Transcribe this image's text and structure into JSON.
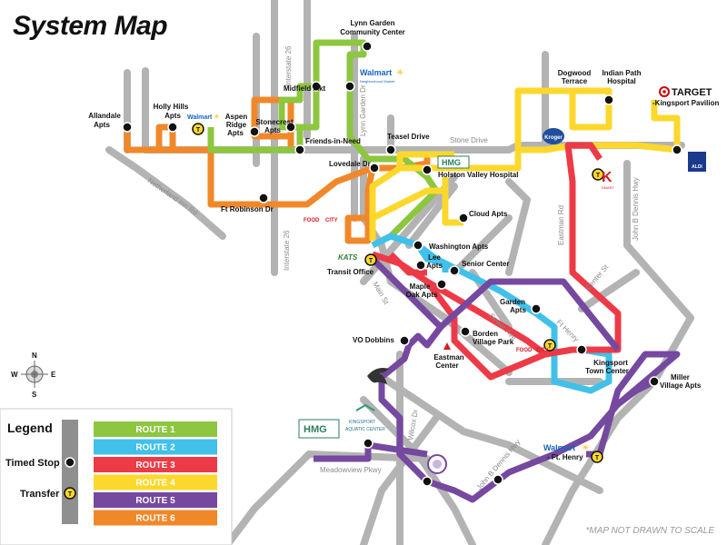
{
  "title": "System Map",
  "note": "*MAP NOT DRAWN TO SCALE",
  "compass": {
    "n": "N",
    "s": "S",
    "e": "E",
    "w": "W"
  },
  "legend": {
    "title": "Legend",
    "timed_stop": "Timed Stop",
    "transfer": "Transfer",
    "transfer_glyph": "T",
    "routes": [
      {
        "label": "ROUTE 1",
        "color": "#8dc63f"
      },
      {
        "label": "ROUTE 2",
        "color": "#41c0ea"
      },
      {
        "label": "ROUTE 3",
        "color": "#ec3b47"
      },
      {
        "label": "ROUTE 4",
        "color": "#fcd82c"
      },
      {
        "label": "ROUTE 5",
        "color": "#7649a0"
      },
      {
        "label": "ROUTE 6",
        "color": "#f0882a"
      }
    ]
  },
  "streets": {
    "i26_north": "Interstate 26",
    "i26_south": "Interstate 26",
    "lynn_garden": "Lynn Garden Dr",
    "stone": "Stone Drive",
    "netherland": "Netherland Inn Rd",
    "eastman": "Eastman Rd",
    "jb_dennis_n": "John B Dennis Hwy",
    "jb_dennis_s": "John B Dennis Hwy",
    "center": "Center St",
    "main": "Main St",
    "sevier": "Sevier Ave",
    "ft_henry": "Ft Henry",
    "wilcox": "Wilcox Dr",
    "meadowview": "Meadowview Pkwy"
  },
  "stops": {
    "lynn_garden_cc": [
      "Lynn Garden",
      "Community Center"
    ],
    "midfield": [
      "Midfield Mkt"
    ],
    "holly_hills": [
      "Holly Hills",
      "Apts"
    ],
    "allandale": [
      "Allandale",
      "Apts"
    ],
    "aspen": [
      "Aspen",
      "Ridge",
      "Apts"
    ],
    "stonecrest": [
      "Stonecrest",
      "Apts"
    ],
    "friends": [
      "Friends-in-Need"
    ],
    "teasel": [
      "Teasel Drive"
    ],
    "lovedale": [
      "Lovedale Dr"
    ],
    "holston": [
      "Holston Valley Hospital"
    ],
    "ft_robinson": [
      "Ft Robinson Dr"
    ],
    "cloud": [
      "Cloud Apts"
    ],
    "washington": [
      "Washington Apts"
    ],
    "lee": [
      "Lee",
      "Apts"
    ],
    "senior": [
      "Senior Center"
    ],
    "transit": [
      "Transit Office"
    ],
    "maple": [
      "Maple",
      "Oak Apts"
    ],
    "garden": [
      "Garden",
      "Apts"
    ],
    "borden": [
      "Borden",
      "Village Park"
    ],
    "vo": [
      "VO Dobbins"
    ],
    "eastman_center": [
      "Eastman",
      "Center"
    ],
    "kingsport_tc": [
      "Kingsport",
      "Town Center"
    ],
    "miller": [
      "Miller",
      "Village Apts"
    ],
    "ft_henry": [
      "- Ft. Henry"
    ],
    "dogwood": [
      "Dogwood",
      "Terrace"
    ],
    "indian_path": [
      "Indian Path",
      "Hospital"
    ],
    "target_pav": [
      "-Kingsport Pavilion"
    ]
  },
  "logos": {
    "walmart_a": "Walmart",
    "walmart_b": "Walmart",
    "walmart_c": "Walmart",
    "walmart_sub": "Neighborhood Market",
    "target": "TARGET",
    "kroger": "Kroger",
    "aldi": "ALDI",
    "hmg_a": "HMG",
    "hmg_b": "HMG",
    "food_city_a": [
      "FOOD",
      "CITY"
    ],
    "food_city_b": [
      "FOOD",
      "CITY"
    ],
    "kmart": "K",
    "kmart_sub": "KMART",
    "kats": "KATS",
    "aquatic": [
      "KINGSPORT",
      "AQUATIC CENTER"
    ]
  }
}
